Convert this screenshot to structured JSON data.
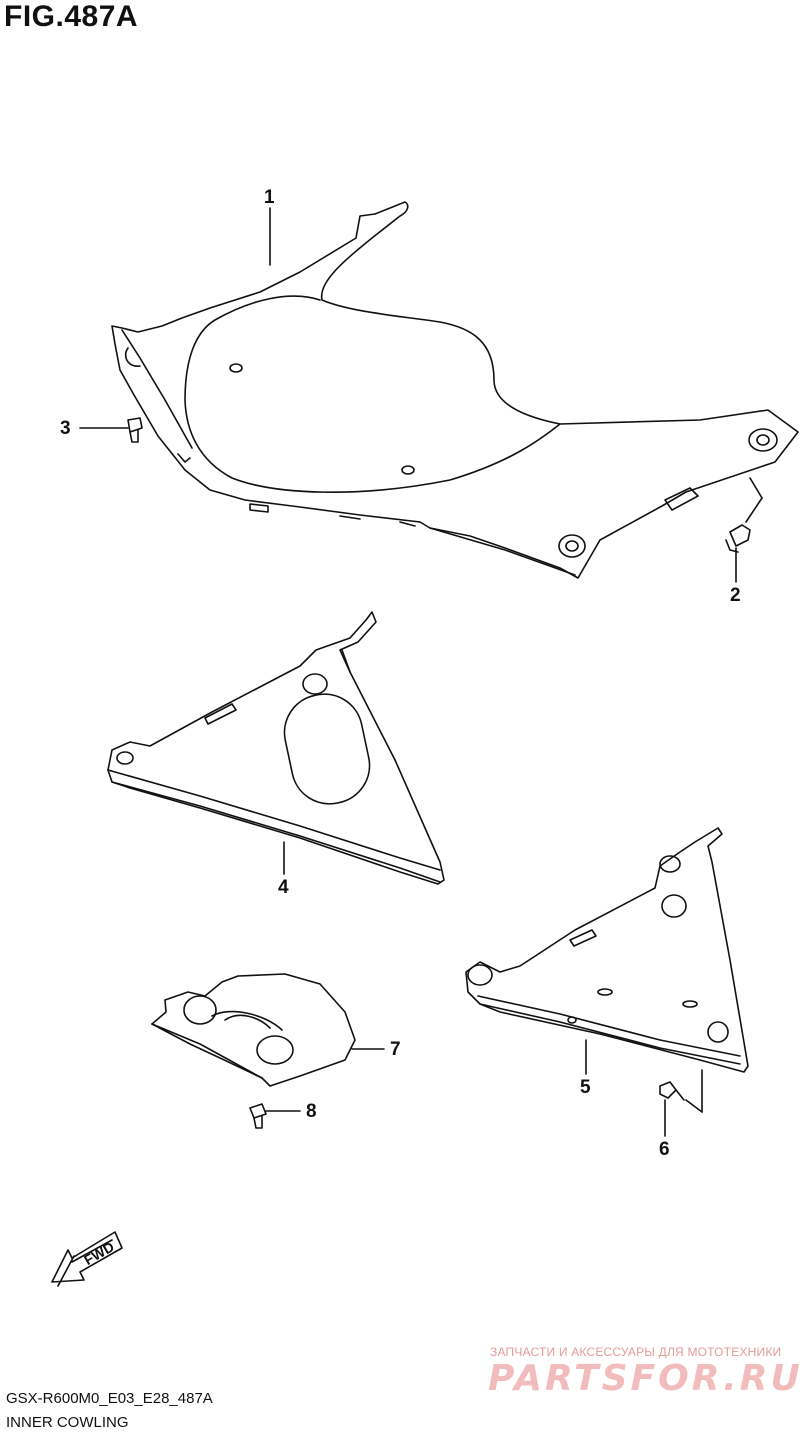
{
  "figure": {
    "title": "FIG.487A"
  },
  "callouts": {
    "c1": "1",
    "c2": "2",
    "c3": "3",
    "c4": "4",
    "c5": "5",
    "c6": "6",
    "c7": "7",
    "c8": "8"
  },
  "fwd_label": "FWD",
  "watermark": {
    "tagline": "ЗАПЧАСТИ И АКСЕССУАРЫ ДЛЯ МОТОТЕХНИКИ",
    "logo": "PARTSFOR.RU"
  },
  "footer": {
    "code": "GSX-R600M0_E03_E28_487A",
    "name": "INNER COWLING"
  }
}
